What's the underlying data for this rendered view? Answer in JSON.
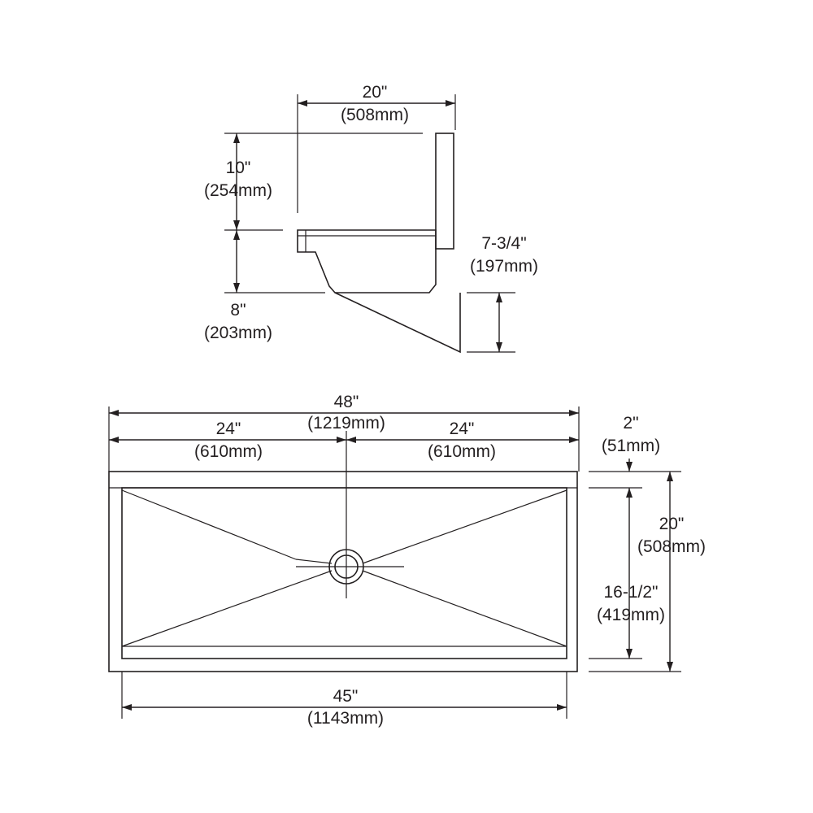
{
  "side_view": {
    "depth": {
      "inches": "20\"",
      "mm": "(508mm)"
    },
    "backsplash_height": {
      "inches": "10\"",
      "mm": "(254mm)"
    },
    "bowl_depth": {
      "inches": "8\"",
      "mm": "(203mm)"
    },
    "bracket_height": {
      "inches": "7-3/4\"",
      "mm": "(197mm)"
    }
  },
  "top_view": {
    "overall_width": {
      "inches": "48\"",
      "mm": "(1219mm)"
    },
    "left_half": {
      "inches": "24\"",
      "mm": "(610mm)"
    },
    "right_half": {
      "inches": "24\"",
      "mm": "(610mm)"
    },
    "ledge": {
      "inches": "2\"",
      "mm": "(51mm)"
    },
    "overall_depth": {
      "inches": "20\"",
      "mm": "(508mm)"
    },
    "bowl_front_to_back": {
      "inches": "16-1/2\"",
      "mm": "(419mm)"
    },
    "bowl_width": {
      "inches": "45\"",
      "mm": "(1143mm)"
    }
  }
}
